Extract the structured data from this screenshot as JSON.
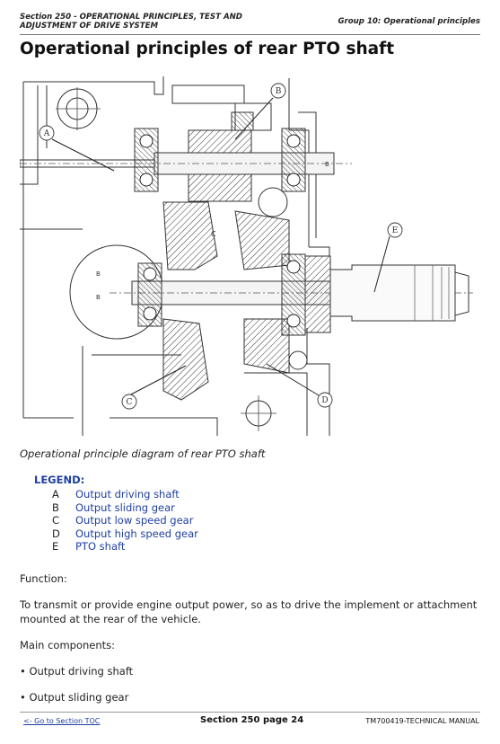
{
  "header": {
    "section_line1": "Section 250 - OPERATIONAL PRINCIPLES, TEST AND",
    "section_line2": "ADJUSTMENT OF DRIVE SYSTEM",
    "group": "Group 10: Operational principles"
  },
  "page_title": "Operational principles of rear PTO shaft",
  "diagram": {
    "callouts": [
      "A",
      "B",
      "C",
      "D",
      "E"
    ],
    "labels": {
      "c_small": "C",
      "b_mark1": "B",
      "b_mark2": "B",
      "b_mark3": "B"
    }
  },
  "caption": "Operational principle diagram of rear PTO shaft",
  "legend": {
    "title": "LEGEND:",
    "items": [
      {
        "key": "A",
        "label": "Output driving shaft"
      },
      {
        "key": "B",
        "label": "Output sliding gear"
      },
      {
        "key": "C",
        "label": "Output low speed gear"
      },
      {
        "key": "D",
        "label": "Output high speed gear"
      },
      {
        "key": "E",
        "label": "PTO shaft"
      }
    ]
  },
  "function_heading": "Function:",
  "function_text": "To transmit or provide engine output power, so as to drive the implement or attachment mounted at the rear of the vehicle.",
  "main_components_heading": "Main components:",
  "components": [
    "• Output driving shaft",
    "• Output sliding gear"
  ],
  "footer": {
    "toc_link": "<- Go to Section TOC",
    "page": "Section 250 page 24",
    "manual": "TM700419-TECHNICAL MANUAL"
  }
}
